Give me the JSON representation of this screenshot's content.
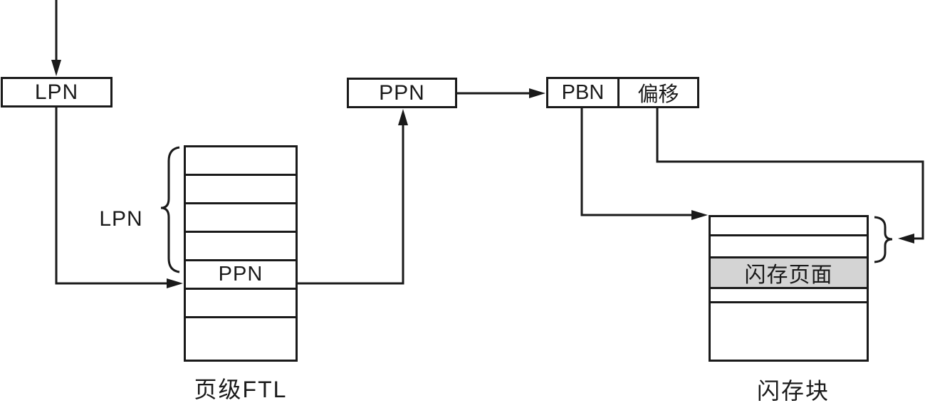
{
  "nodes": {
    "lpn_box": {
      "label": "LPN"
    },
    "ppn_box": {
      "label": "PPN"
    },
    "pbn_offset_box": {
      "pbn_label": "PBN",
      "offset_label": "偏移"
    }
  },
  "ftl_table": {
    "caption": "页级FTL",
    "brace_label": "LPN",
    "rows": [
      "",
      "",
      "",
      "",
      "PPN",
      "",
      ""
    ]
  },
  "flash_block": {
    "caption": "闪存块",
    "rows": [
      "",
      "",
      "闪存页面",
      "",
      ""
    ],
    "highlighted_row_index": 2,
    "highlighted_row_label": "闪存页面"
  },
  "colors": {
    "line": "#1a1a1a",
    "highlight_fill": "#d4d4d4",
    "background": "#ffffff"
  }
}
